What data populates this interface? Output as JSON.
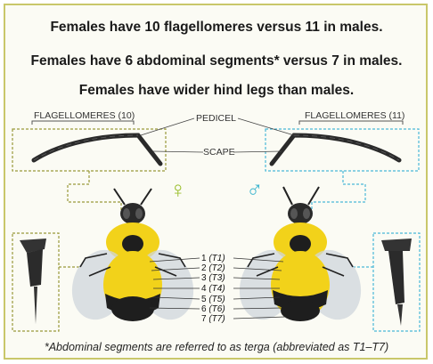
{
  "headings": {
    "line1": "Females have 10 flagellomeres versus 11 in males.",
    "line2": "Females have 6 abdominal segments* versus 7 in males.",
    "line3": "Females have wider hind legs than males."
  },
  "labels": {
    "flag_female": "FLAGELLOMERES (10)",
    "flag_male": "FLAGELLOMERES (11)",
    "pedicel": "PEDICEL",
    "scape": "SCAPE"
  },
  "symbols": {
    "female": "♀",
    "male": "♂"
  },
  "segments": [
    {
      "num": "1",
      "code": "(T1)"
    },
    {
      "num": "2",
      "code": "(T2)"
    },
    {
      "num": "3",
      "code": "(T3)"
    },
    {
      "num": "4",
      "code": "(T4)"
    },
    {
      "num": "5",
      "code": "(T5)"
    },
    {
      "num": "6",
      "code": "(T6)"
    },
    {
      "num": "7",
      "code": "(T7)"
    }
  ],
  "footnote": "*Abdominal segments are referred to as terga (abbreviated as T1–T7)",
  "colors": {
    "border": "#c9c76a",
    "female_box": "#9a9a3a",
    "male_box": "#4ab8d8",
    "female_symbol": "#9bbf2e",
    "male_symbol": "#3fb6cf",
    "bee_yellow": "#f2d21a",
    "bee_black": "#1e1e1e"
  }
}
